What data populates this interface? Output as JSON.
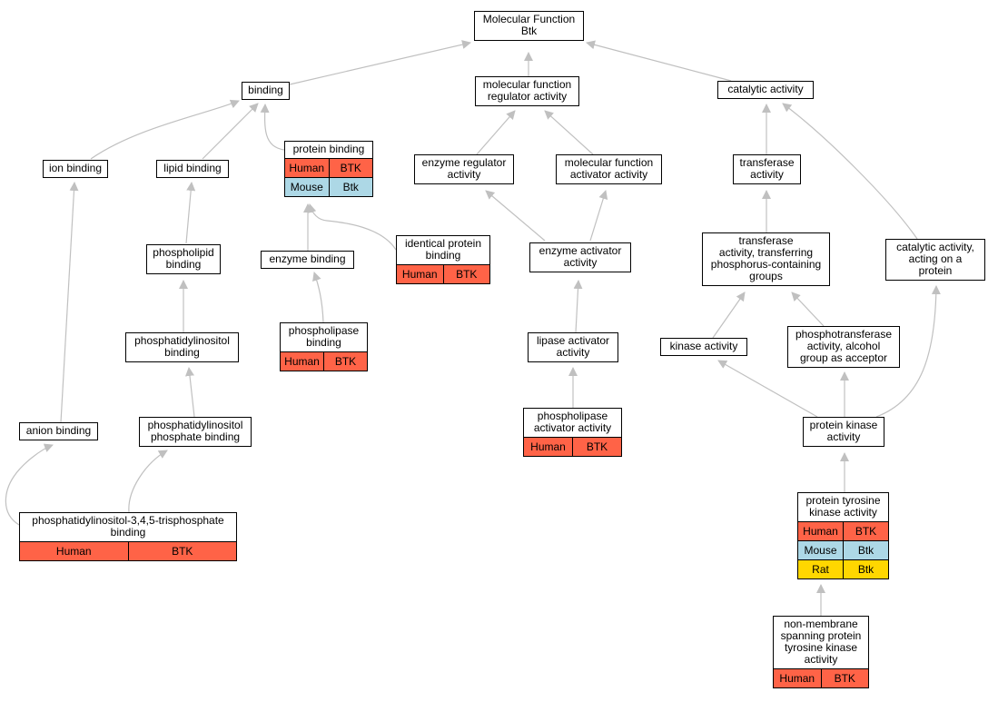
{
  "nodes": {
    "mf": {
      "label": "Molecular Function\nBtk"
    },
    "binding": {
      "label": "binding"
    },
    "mfra": {
      "label": "molecular function\nregulator activity"
    },
    "cat": {
      "label": "catalytic activity"
    },
    "ion": {
      "label": "ion binding"
    },
    "lipid": {
      "label": "lipid binding"
    },
    "protein": {
      "label": "protein binding",
      "rows": [
        [
          "Human",
          "BTK"
        ],
        [
          "Mouse",
          "Btk"
        ]
      ]
    },
    "enzreg": {
      "label": "enzyme regulator\nactivity"
    },
    "mfaa": {
      "label": "molecular function\nactivator activity"
    },
    "transferase": {
      "label": "transferase\nactivity"
    },
    "phospholipid": {
      "label": "phospholipid\nbinding"
    },
    "enzbind": {
      "label": "enzyme binding"
    },
    "identical": {
      "label": "identical protein\nbinding",
      "rows": [
        [
          "Human",
          "BTK"
        ]
      ]
    },
    "enzact": {
      "label": "enzyme activator\nactivity"
    },
    "transphos": {
      "label": "transferase\nactivity, transferring\nphosphorus-containing\ngroups"
    },
    "catprot": {
      "label": "catalytic activity,\nacting on a\nprotein"
    },
    "pinositol": {
      "label": "phosphatidylinositol\nbinding"
    },
    "plbind": {
      "label": "phospholipase\nbinding",
      "rows": [
        [
          "Human",
          "BTK"
        ]
      ]
    },
    "lipaseact": {
      "label": "lipase activator\nactivity"
    },
    "kinase": {
      "label": "kinase activity"
    },
    "photrans": {
      "label": "phosphotransferase\nactivity, alcohol\ngroup as acceptor"
    },
    "anion": {
      "label": "anion binding"
    },
    "pip": {
      "label": "phosphatidylinositol\nphosphate binding"
    },
    "plact": {
      "label": "phospholipase\nactivator activity",
      "rows": [
        [
          "Human",
          "BTK"
        ]
      ]
    },
    "pka": {
      "label": "protein kinase\nactivity"
    },
    "pip3": {
      "label": "phosphatidylinositol-3,4,5-trisphosphate\nbinding",
      "rows": [
        [
          "Human",
          "BTK"
        ]
      ]
    },
    "ptk": {
      "label": "protein tyrosine\nkinase activity",
      "rows": [
        [
          "Human",
          "BTK"
        ],
        [
          "Mouse",
          "Btk"
        ],
        [
          "Rat",
          "Btk"
        ]
      ]
    },
    "nmptk": {
      "label": "non-membrane\nspanning protein\ntyrosine kinase\nactivity",
      "rows": [
        [
          "Human",
          "BTK"
        ]
      ]
    }
  },
  "colors": {
    "Human": "#ff6347",
    "Mouse": "#add8e6",
    "Rat": "#ffd700",
    "edge": "#c0c0c0"
  }
}
